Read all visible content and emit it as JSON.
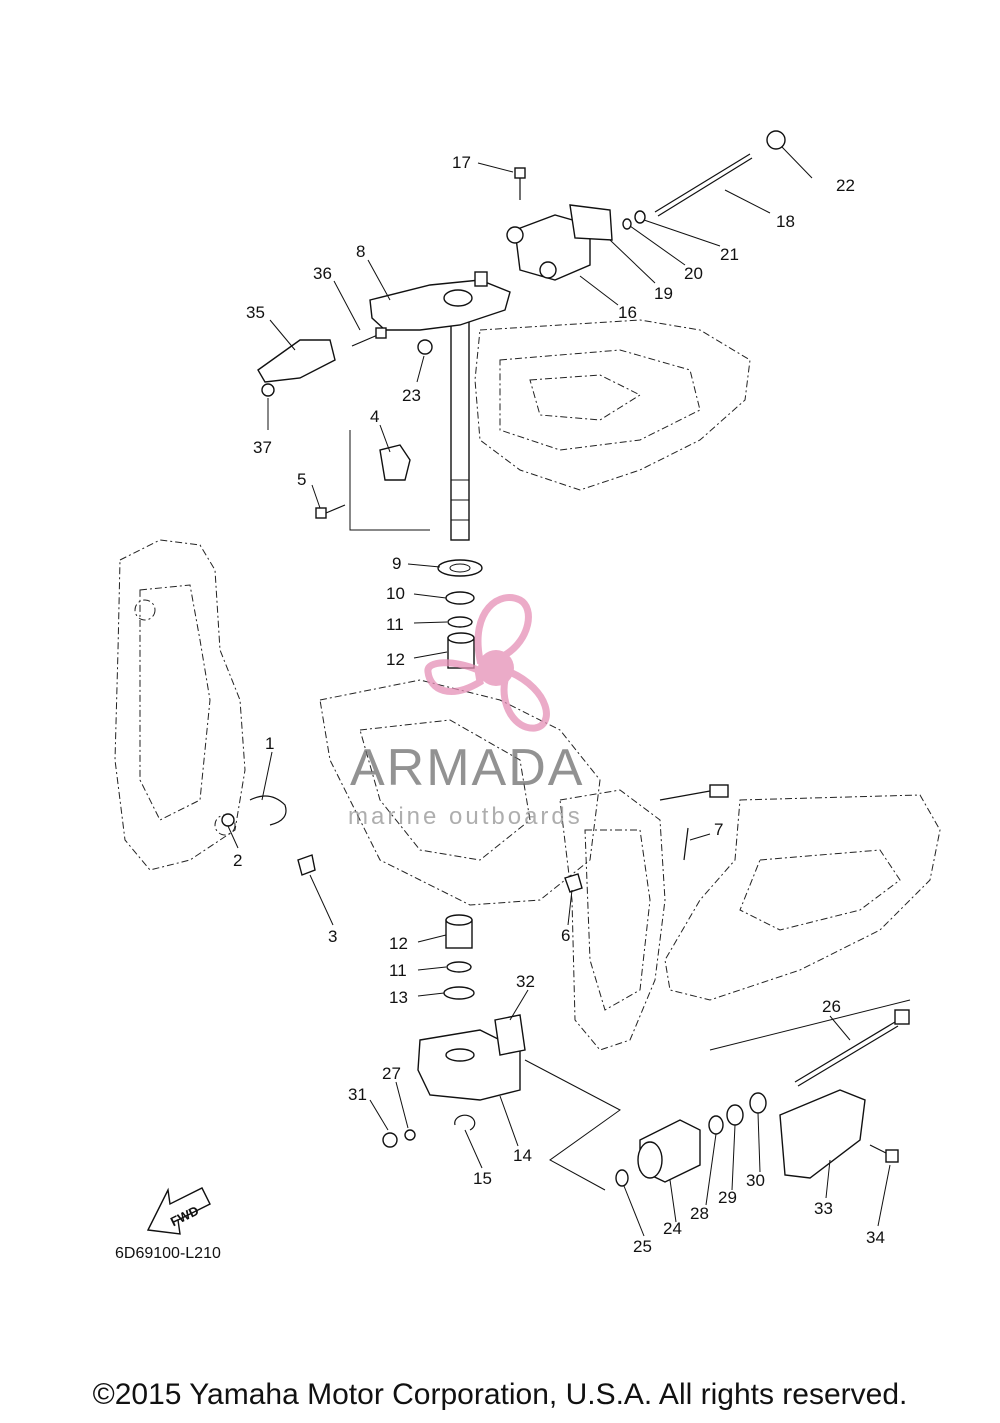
{
  "diagram_code": "6D69100-L210",
  "copyright": "©2015 Yamaha Motor Corporation, U.S.A. All rights reserved.",
  "fwd_label": "FWD",
  "watermark": {
    "brand": "ARMADA",
    "tagline": "marine outboards"
  },
  "callouts": [
    "1",
    "2",
    "3",
    "4",
    "5",
    "6",
    "7",
    "8",
    "9",
    "10",
    "11",
    "11",
    "12",
    "12",
    "13",
    "14",
    "15",
    "16",
    "17",
    "18",
    "19",
    "20",
    "21",
    "22",
    "23",
    "24",
    "25",
    "26",
    "27",
    "28",
    "29",
    "30",
    "31",
    "32",
    "33",
    "34",
    "35",
    "36",
    "37"
  ],
  "colors": {
    "line": "#111111",
    "watermark_pink": "#e58fb6",
    "watermark_gray": "#777777"
  }
}
